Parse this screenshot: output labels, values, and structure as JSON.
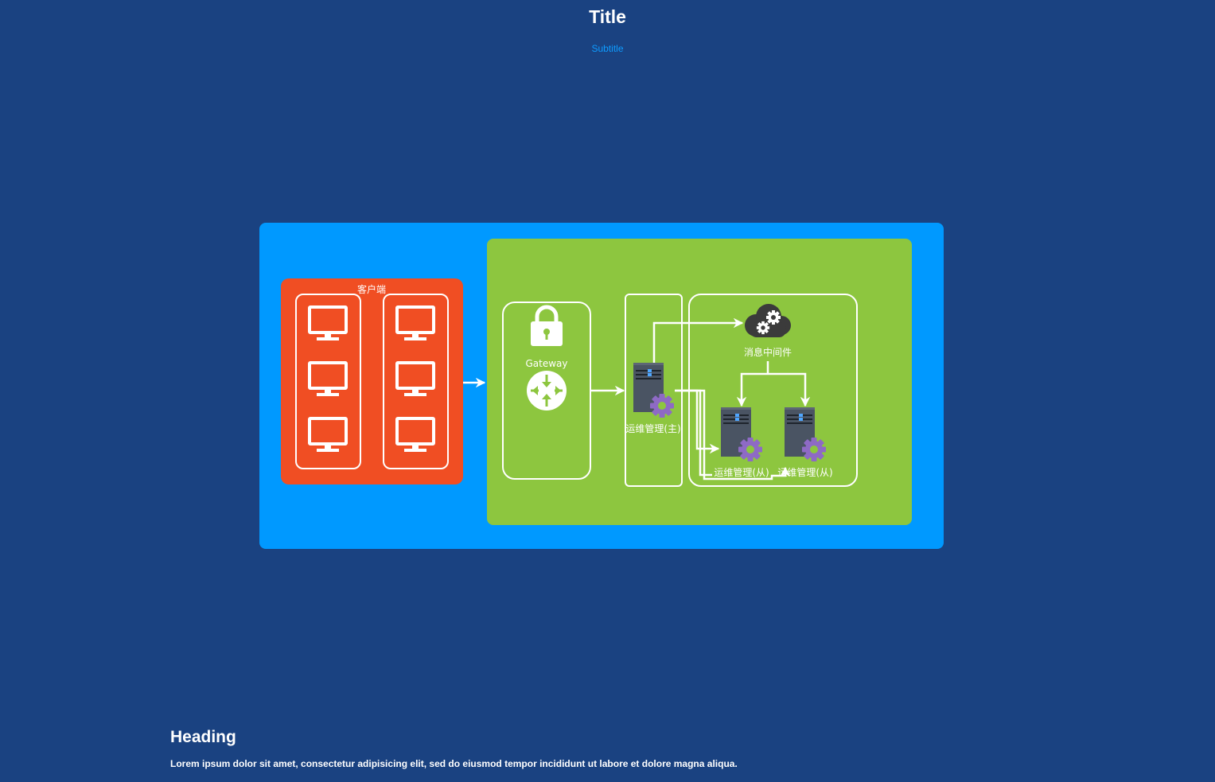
{
  "header": {
    "title": "Title",
    "subtitle": "Subtitle"
  },
  "diagram": {
    "client_group_label": "客户端",
    "gateway_label": "Gateway",
    "ops_master_label": "运维管理(主)",
    "message_middleware_label": "消息中间件",
    "ops_slave_1_label": "运维管理(从)",
    "ops_slave_2_label": "运维管理(从)",
    "colors": {
      "background": "#1a4281",
      "outer_container": "#0099ff",
      "system_container": "#8dc63f",
      "client_container": "#f04e23",
      "server_body": "#4a5463",
      "gear": "#8e6ac5",
      "cloud": "#3b3b3b"
    }
  },
  "content": {
    "heading": "Heading",
    "body": "Lorem ipsum dolor sit amet, consectetur adipisicing elit, sed do eiusmod tempor incididunt ut labore et dolore magna aliqua."
  }
}
